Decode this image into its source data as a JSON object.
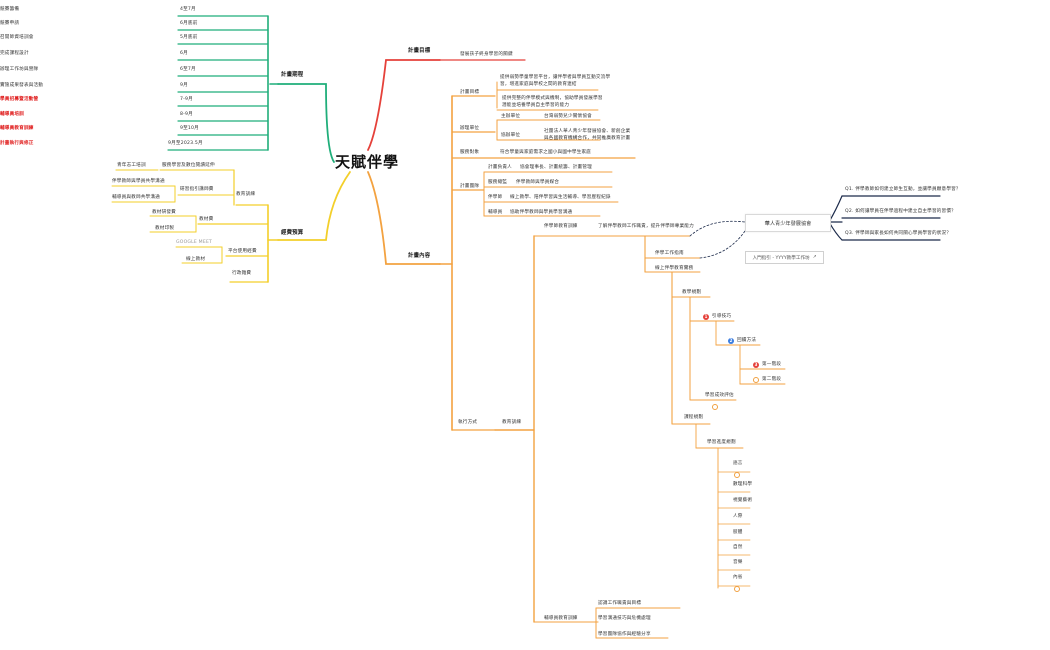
{
  "root": "天賦伴學",
  "plan_goal": {
    "title": "計畫目標",
    "item": "發展孩子終身學習的關鍵"
  },
  "schedule": {
    "title": "計畫期程",
    "rows": [
      {
        "time": "4至7月",
        "text": "競賽籌備"
      },
      {
        "time": "6月底前",
        "text": "競賽申請"
      },
      {
        "time": "5月底前",
        "text": "召開師資培訓會"
      },
      {
        "time": "6月",
        "text": "完成課程設計"
      },
      {
        "time": "6至7月",
        "text": "辦理工作坊與營隊"
      },
      {
        "time": "9月",
        "text": "實施成果發表與活動"
      },
      {
        "time": "7-9月",
        "text": "學員招募暨活動營"
      },
      {
        "time": "8-9月",
        "text": "輔導員培訓"
      },
      {
        "time": "9至10月",
        "text": "輔導員教育訓練"
      },
      {
        "time": "9月至2023.5月",
        "text": "計畫執行與修正"
      }
    ]
  },
  "funding": {
    "title": "經費預算",
    "training": {
      "title": "教育訓練",
      "l1": "服務學習及數位閱讀延伸",
      "l1_sub": "青年志工培訓",
      "l2": "研習指引講師費",
      "l2_sub1": "伴學教師與學員共學溝通",
      "l2_sub2": "輔導員與教師共學溝通"
    },
    "tools": {
      "title": "教材費",
      "sub1": "教材研發費",
      "sub2": "教材印製"
    },
    "platform": {
      "title": "平台使用經費",
      "tag": "GOOGLE MEET",
      "sub": "線上教材"
    },
    "admin": "行政雜費"
  },
  "content": {
    "title": "計畫內容",
    "goal": {
      "title": "計畫目標",
      "l1": "提供弱勢學童學習平台，讓伴學者與學員互動交流學",
      "l1b": "習，增進家庭與學校之間的教育連結",
      "l2": "提供完整的伴學模式與機制，協助學員發展學習",
      "l2b": "潛能並培養學員自主學習的能力"
    },
    "units": {
      "title": "辦理單位",
      "host": "主辦單位",
      "host_v": "台灣弱勢兒少關懷協會",
      "co": "協辦單位",
      "co_v": "社團法人華人青少年發展協會、新創企業",
      "co_vb": "與各國教育機構合作，共同推廣教育計畫"
    },
    "target": {
      "title": "服務對象",
      "text": "符合學童與家庭需求之國小與國中學生家庭"
    },
    "roles": {
      "title": "計畫團隊",
      "r1": "計畫負責人",
      "r1_v": "協會理事長、計畫統籌、計畫管理",
      "r2": "服務總監",
      "r2_v": "伴學教師與學員媒合",
      "r3": "伴學師",
      "r3_v": "線上教學、陪伴學習與生活輔導、學習歷程紀錄",
      "r4": "輔導員",
      "r4_v": "協助伴學教師與學員學習溝通"
    },
    "method": {
      "title": "執行方式",
      "training": "教育訓練",
      "t1": "伴學師教育訓練",
      "t1_desc": "了解伴學教師工作職責，提升伴學師專業能力",
      "association": "華人青少年發展協會",
      "q1": "Q1. 伴學教師如何建立師生互動，並讓學員願意學習？",
      "q2": "Q2. 如何讓學員在伴學過程中建立自主學習的習慣？",
      "q3": "Q3. 伴學師與家長如何共同關心學員學習的狀況？",
      "link": "入門指引 - YYYY教學工作坊",
      "guide": "伴學工作指南",
      "seek": "線上伴學教育實務",
      "course": "教學規劃",
      "lead": "引導技巧",
      "feedback": "回饋方法",
      "step1": "第一階段",
      "step2": "第二階段",
      "evaluate": "學習成效評估",
      "plan": "課程規劃",
      "pace": "學習進度規劃",
      "items": [
        "語言",
        "數理科學",
        "視覺藝術",
        "人際",
        "肢體",
        "自然",
        "音樂",
        "內省"
      ],
      "m2": "輔導員教育訓練",
      "m2_1": "認識工作職責與目標",
      "m2_2": "學習溝通技巧與危機處理",
      "m2_3": "學習團隊協作與經驗分享"
    }
  },
  "colors": {
    "green": "#1fae7a",
    "red": "#e5413a",
    "yellow": "#f3cf2a",
    "orange": "#f3a240",
    "navy": "#1c2a4a"
  }
}
